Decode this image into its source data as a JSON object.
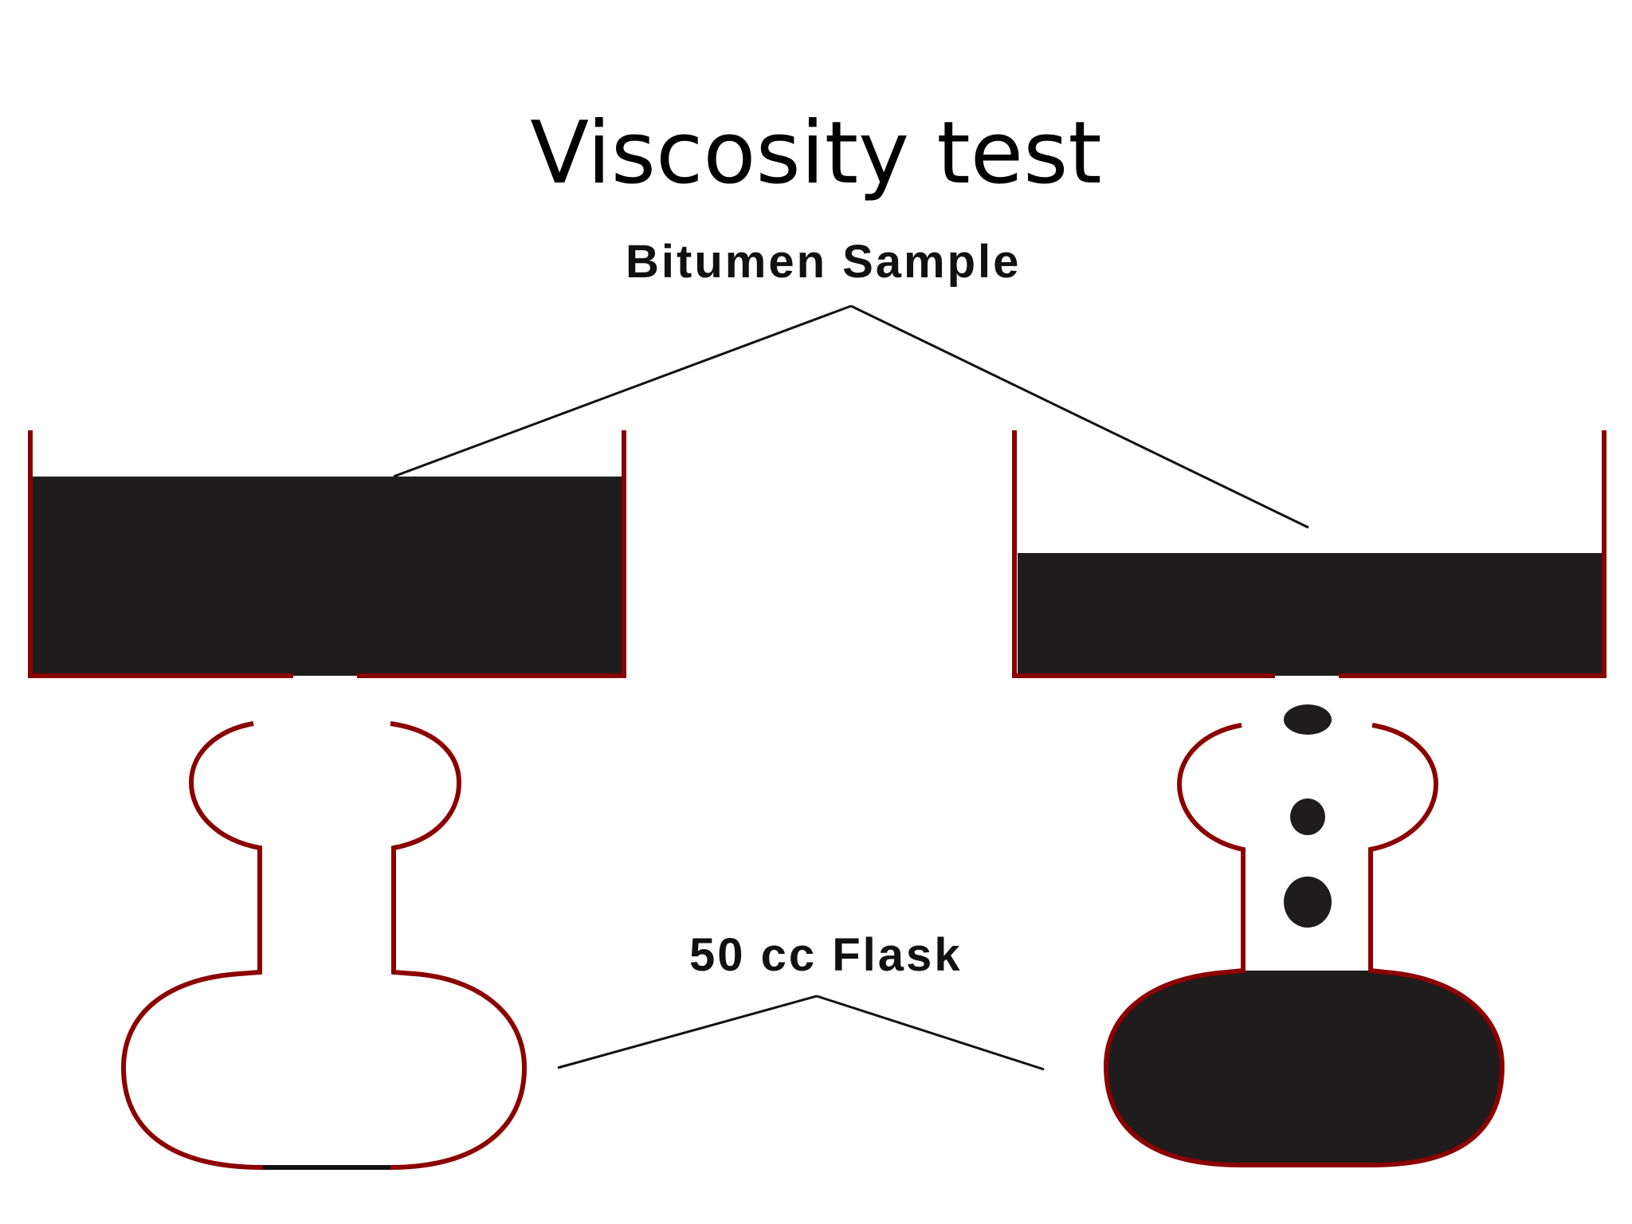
{
  "slide": {
    "title": "Viscosity test"
  },
  "labels": {
    "bitumen_sample": "Bitumen Sample",
    "flask": "50 cc Flask"
  },
  "colors": {
    "container_outline": "#8b0000",
    "bitumen": "#1e1c1d",
    "text": "#111111"
  }
}
